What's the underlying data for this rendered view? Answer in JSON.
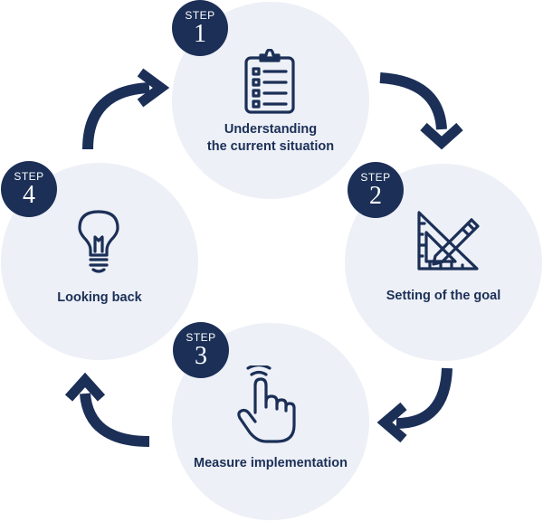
{
  "colors": {
    "navy": "#1b2f57",
    "circle_fill": "#edf0f6",
    "background": "#ffffff"
  },
  "steps": [
    {
      "word": "STEP",
      "number": "1",
      "label_lines": [
        "Understanding",
        "the current situation"
      ],
      "icon": "clipboard-checklist-icon"
    },
    {
      "word": "STEP",
      "number": "2",
      "label_lines": [
        "Setting of the goal"
      ],
      "icon": "triangle-ruler-pencil-icon"
    },
    {
      "word": "STEP",
      "number": "3",
      "label_lines": [
        "Measure implementation"
      ],
      "icon": "pointing-hand-icon"
    },
    {
      "word": "STEP",
      "number": "4",
      "label_lines": [
        "Looking back"
      ],
      "icon": "lightbulb-icon"
    }
  ]
}
